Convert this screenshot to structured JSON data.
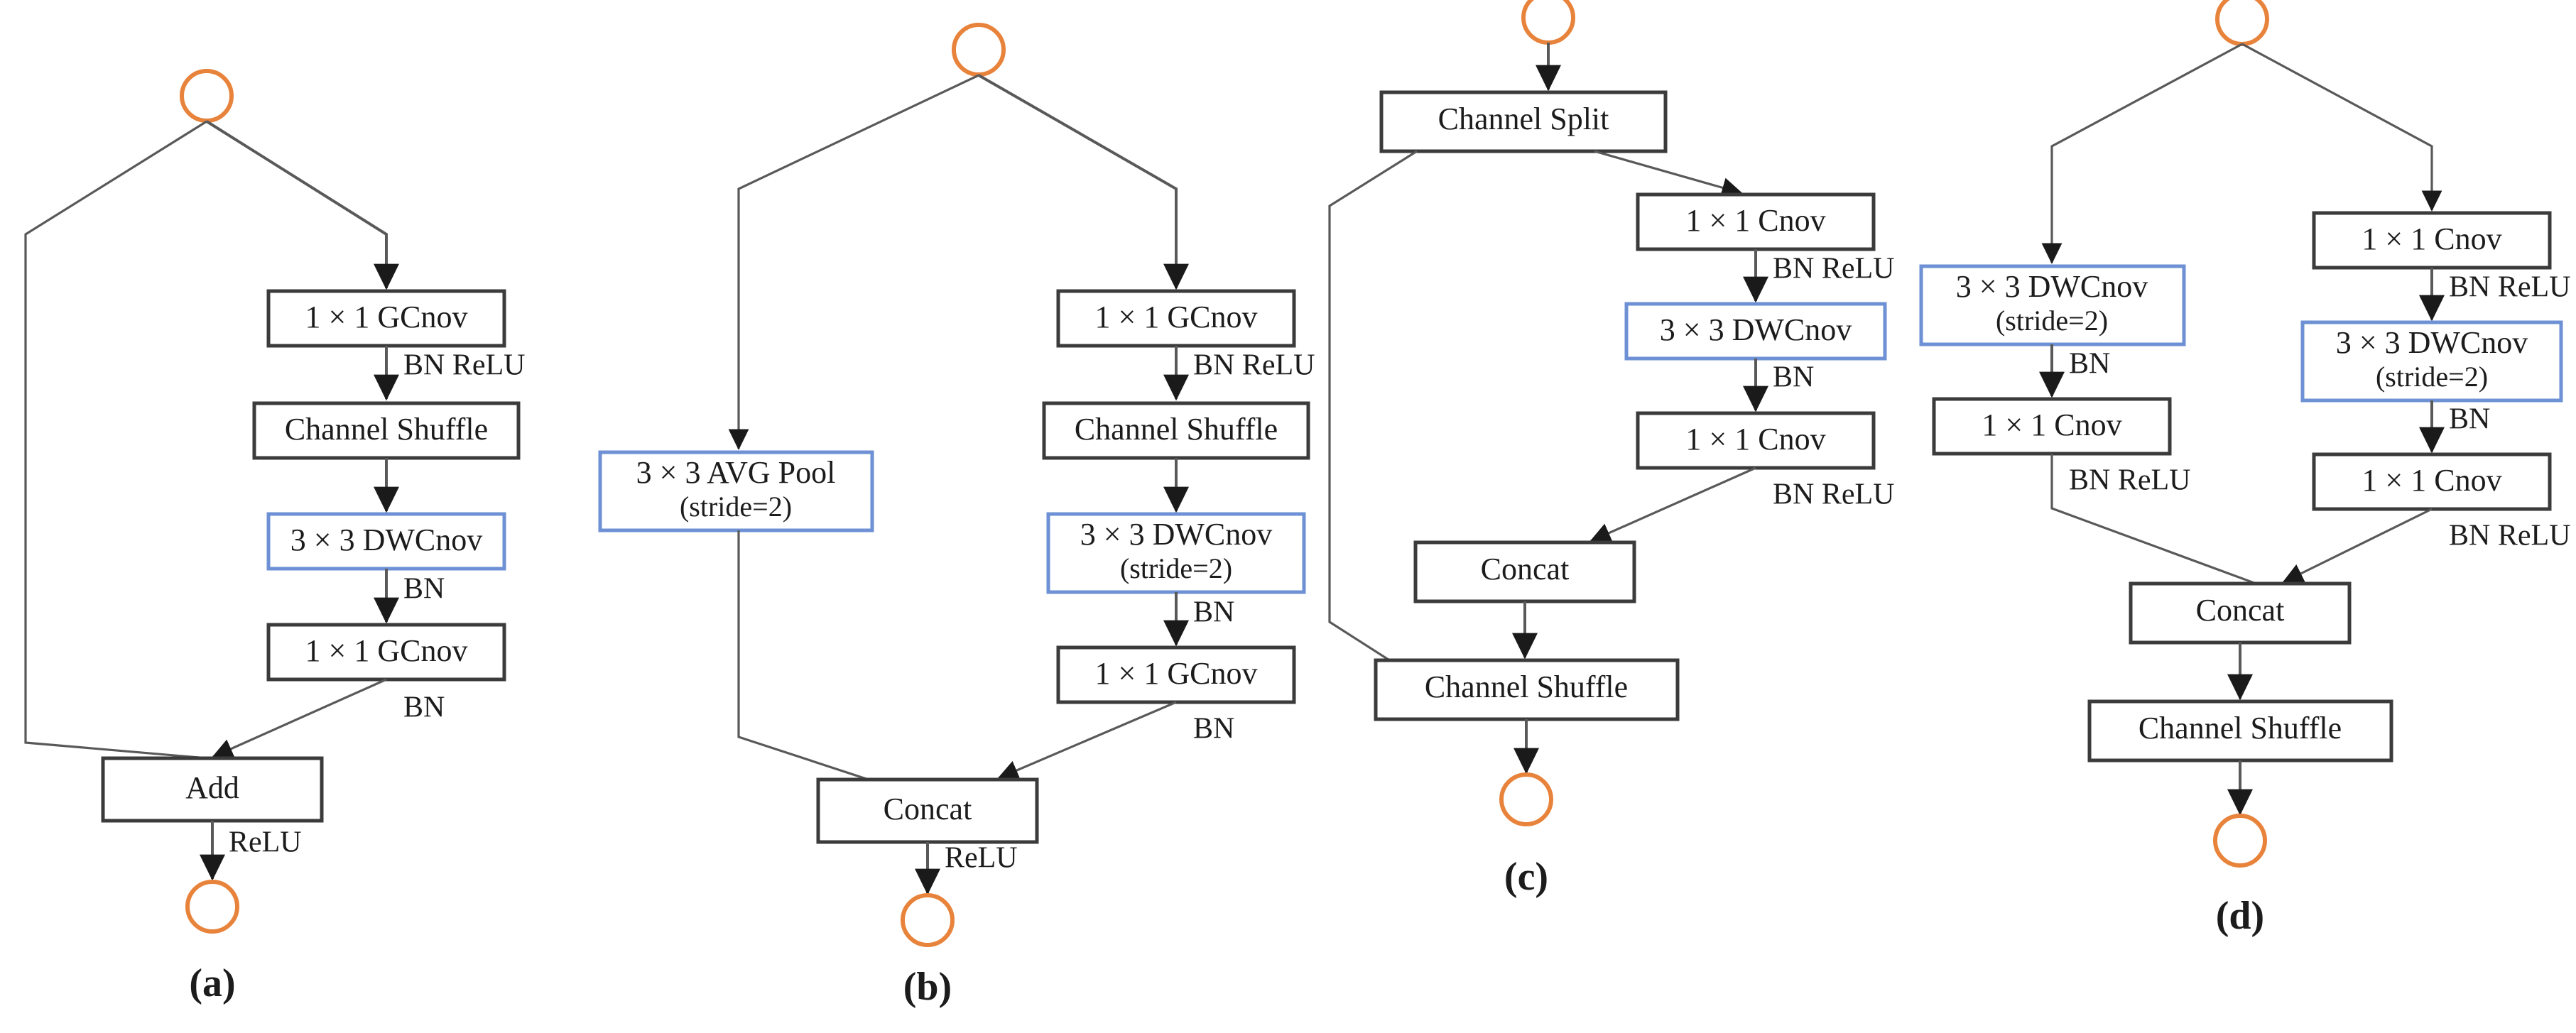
{
  "figure": {
    "type": "network-block-diagram",
    "background": "#ffffff",
    "colors": {
      "box_stroke": "#3b3b3b",
      "highlight_box_stroke": "#6d91d4",
      "edge": "#595959",
      "endpoint_circle": "#e8833c",
      "text": "#1c1c1c"
    },
    "panels": [
      {
        "id": "a",
        "label": "(a)",
        "boxes": [
          {
            "id": "a1",
            "text": "1 × 1 GCnov",
            "highlight": false
          },
          {
            "id": "a2",
            "text": "Channel Shuffle",
            "highlight": false
          },
          {
            "id": "a3",
            "text": "3 × 3 DWCnov",
            "highlight": true
          },
          {
            "id": "a4",
            "text": "1 × 1 GCnov",
            "highlight": false
          },
          {
            "id": "a5",
            "text": "Add",
            "highlight": false
          }
        ],
        "edge_labels": [
          "BN ReLU",
          "BN",
          "BN",
          "ReLU"
        ],
        "endpoints": [
          "input-circle",
          "output-circle"
        ]
      },
      {
        "id": "b",
        "label": "(b)",
        "boxes": [
          {
            "id": "b1",
            "text": "3 × 3 AVG Pool",
            "text2": "(stride=2)",
            "highlight": true
          },
          {
            "id": "b2",
            "text": "1 × 1 GCnov",
            "highlight": false
          },
          {
            "id": "b3",
            "text": "Channel Shuffle",
            "highlight": false
          },
          {
            "id": "b4",
            "text": "3 × 3 DWCnov",
            "text2": "(stride=2)",
            "highlight": true
          },
          {
            "id": "b5",
            "text": "1 × 1 GCnov",
            "highlight": false
          },
          {
            "id": "b6",
            "text": "Concat",
            "highlight": false
          }
        ],
        "edge_labels": [
          "BN ReLU",
          "BN",
          "BN",
          "ReLU"
        ],
        "endpoints": [
          "input-circle",
          "output-circle"
        ]
      },
      {
        "id": "c",
        "label": "(c)",
        "boxes": [
          {
            "id": "c0",
            "text": "Channel Split",
            "highlight": false
          },
          {
            "id": "c1",
            "text": "1 × 1 Cnov",
            "highlight": false
          },
          {
            "id": "c2",
            "text": "3 × 3 DWCnov",
            "highlight": true
          },
          {
            "id": "c3",
            "text": "1 × 1 Cnov",
            "highlight": false
          },
          {
            "id": "c4",
            "text": "Concat",
            "highlight": false
          },
          {
            "id": "c5",
            "text": "Channel Shuffle",
            "highlight": false
          }
        ],
        "edge_labels": [
          "BN ReLU",
          "BN",
          "BN ReLU"
        ],
        "endpoints": [
          "input-circle",
          "output-circle"
        ]
      },
      {
        "id": "d",
        "label": "(d)",
        "boxes": [
          {
            "id": "dL1",
            "text": "3 × 3 DWCnov",
            "text2": "(stride=2)",
            "highlight": true
          },
          {
            "id": "dL2",
            "text": "1 × 1 Cnov",
            "highlight": false
          },
          {
            "id": "dR1",
            "text": "1 × 1 Cnov",
            "highlight": false
          },
          {
            "id": "dR2",
            "text": "3 × 3 DWCnov",
            "text2": "(stride=2)",
            "highlight": true
          },
          {
            "id": "dR3",
            "text": "1 × 1 Cnov",
            "highlight": false
          },
          {
            "id": "d4",
            "text": "Concat",
            "highlight": false
          },
          {
            "id": "d5",
            "text": "Channel Shuffle",
            "highlight": false
          }
        ],
        "edge_labels": [
          "BN",
          "BN ReLU",
          "BN ReLU",
          "BN",
          "BN ReLU"
        ],
        "endpoints": [
          "input-circle",
          "output-circle"
        ]
      }
    ]
  },
  "panel_a": {
    "box1": "1 × 1 GCnov",
    "box2": "Channel Shuffle",
    "box3": "3 × 3 DWCnov",
    "box4": "1 × 1 GCnov",
    "box5": "Add",
    "lbl1": "BN ReLU",
    "lbl2": "BN",
    "lbl3": "BN",
    "lbl4": "ReLU",
    "caption": "(a)"
  },
  "panel_b": {
    "pool_line1": "3 × 3 AVG Pool",
    "pool_line2": "(stride=2)",
    "box1": "1 × 1 GCnov",
    "box2": "Channel Shuffle",
    "box3_line1": "3 × 3 DWCnov",
    "box3_line2": "(stride=2)",
    "box4": "1 × 1 GCnov",
    "box5": "Concat",
    "lbl1": "BN ReLU",
    "lbl2": "BN",
    "lbl3": "BN",
    "lbl4": "ReLU",
    "caption": "(b)"
  },
  "panel_c": {
    "box0": "Channel Split",
    "box1": "1 × 1 Cnov",
    "box2": "3 × 3 DWCnov",
    "box3": "1 × 1 Cnov",
    "box4": "Concat",
    "box5": "Channel Shuffle",
    "lbl1": "BN ReLU",
    "lbl2": "BN",
    "lbl3": "BN ReLU",
    "caption": "(c)"
  },
  "panel_d": {
    "left1_line1": "3 × 3 DWCnov",
    "left1_line2": "(stride=2)",
    "left2": "1 × 1 Cnov",
    "left_lbl1": "BN",
    "left_lbl2": "BN ReLU",
    "right1": "1 × 1 Cnov",
    "right_lbl1": "BN ReLU",
    "right2_line1": "3 × 3 DWCnov",
    "right2_line2": "(stride=2)",
    "right_lbl2": "BN",
    "right3": "1 × 1 Cnov",
    "right_lbl3": "BN ReLU",
    "box4": "Concat",
    "box5": "Channel Shuffle",
    "caption": "(d)"
  }
}
